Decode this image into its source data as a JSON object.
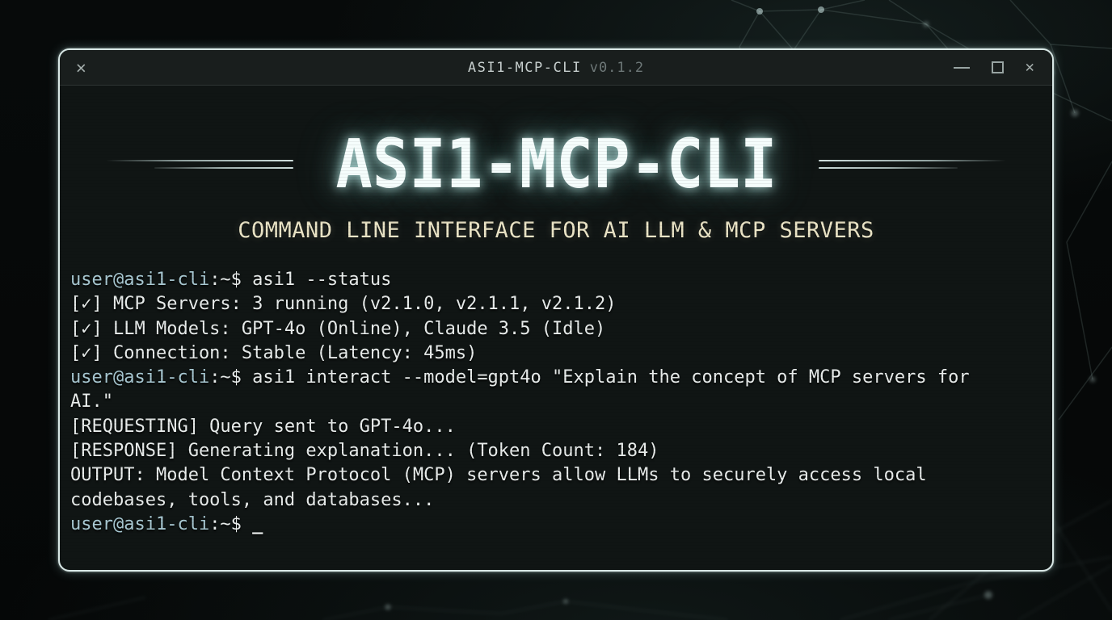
{
  "window": {
    "titlebar": {
      "title": "ASI1-MCP-CLI",
      "version": "v0.1.2",
      "close_glyph": "✕"
    },
    "hero": {
      "title": "ASI1-MCP-CLI",
      "subtitle": "COMMAND LINE INTERFACE FOR AI LLM & MCP SERVERS"
    },
    "terminal": {
      "prompt": "user@asi1-cli",
      "lines": [
        {
          "segments": [
            {
              "text": "user@asi1-cli",
              "style": "prompt"
            },
            {
              "text": ":~$ asi1 --status",
              "style": "text"
            }
          ]
        },
        {
          "segments": [
            {
              "text": "[✓] MCP Servers: 3 running (v2.1.0, v2.1.1, v2.1.2)",
              "style": "text"
            }
          ]
        },
        {
          "segments": [
            {
              "text": "[✓] LLM Models: GPT-4o (Online), Claude 3.5 (Idle)",
              "style": "text"
            }
          ]
        },
        {
          "segments": [
            {
              "text": "[✓] Connection: Stable (Latency: 45ms)",
              "style": "text"
            }
          ]
        },
        {
          "segments": [
            {
              "text": "user@asi1-cli",
              "style": "prompt"
            },
            {
              "text": ":~$ asi1 interact --model=gpt4o \"Explain the concept of MCP servers for",
              "style": "text"
            }
          ]
        },
        {
          "segments": [
            {
              "text": "AI.\"",
              "style": "text"
            }
          ]
        },
        {
          "segments": [
            {
              "text": "[REQUESTING] Query sent to GPT-4o...",
              "style": "text"
            }
          ]
        },
        {
          "segments": [
            {
              "text": "[RESPONSE] Generating explanation... (Token Count: 184)",
              "style": "text"
            }
          ]
        },
        {
          "segments": [
            {
              "text": "OUTPUT: Model Context Protocol (MCP) servers allow LLMs to securely access local",
              "style": "text"
            }
          ]
        },
        {
          "segments": [
            {
              "text": "codebases, tools, and databases...",
              "style": "text"
            }
          ]
        },
        {
          "segments": [
            {
              "text": "user@asi1-cli",
              "style": "prompt"
            },
            {
              "text": ":~$ ",
              "style": "text"
            },
            {
              "text": "_",
              "style": "cursor"
            }
          ]
        }
      ]
    }
  },
  "colors": {
    "window-bg": "#101514",
    "titlebar-bg": "#191e1d",
    "window-border": "#d9e8e6",
    "title-fg": "#c6cecd",
    "hero-fg": "#f5fdfc",
    "subtitle-fg": "#ebe5c7",
    "prompt-fg": "#a9c9d3",
    "text-fg": "#e9edec"
  }
}
